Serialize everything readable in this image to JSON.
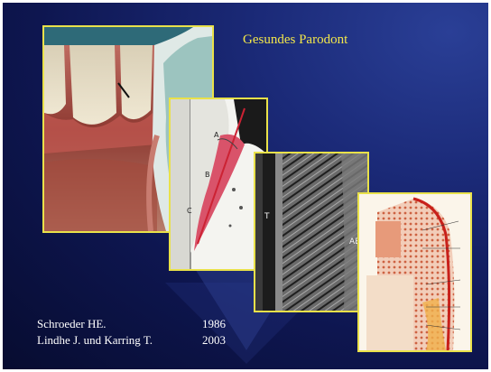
{
  "slide": {
    "title": "Gesundes Parodont",
    "references": [
      {
        "author": "Schroeder HE.",
        "year": "1986"
      },
      {
        "author": "Lindhe J. und Karring T.",
        "year": "2003"
      }
    ],
    "panels": [
      {
        "kind": "photo-clinical-gingiva"
      },
      {
        "kind": "schematic-gingival-sulcus",
        "labels": [
          "A",
          "B",
          "C"
        ]
      },
      {
        "kind": "histology-micrograph",
        "labels": [
          "T",
          "AB"
        ]
      },
      {
        "kind": "schematic-periodontium"
      }
    ]
  }
}
